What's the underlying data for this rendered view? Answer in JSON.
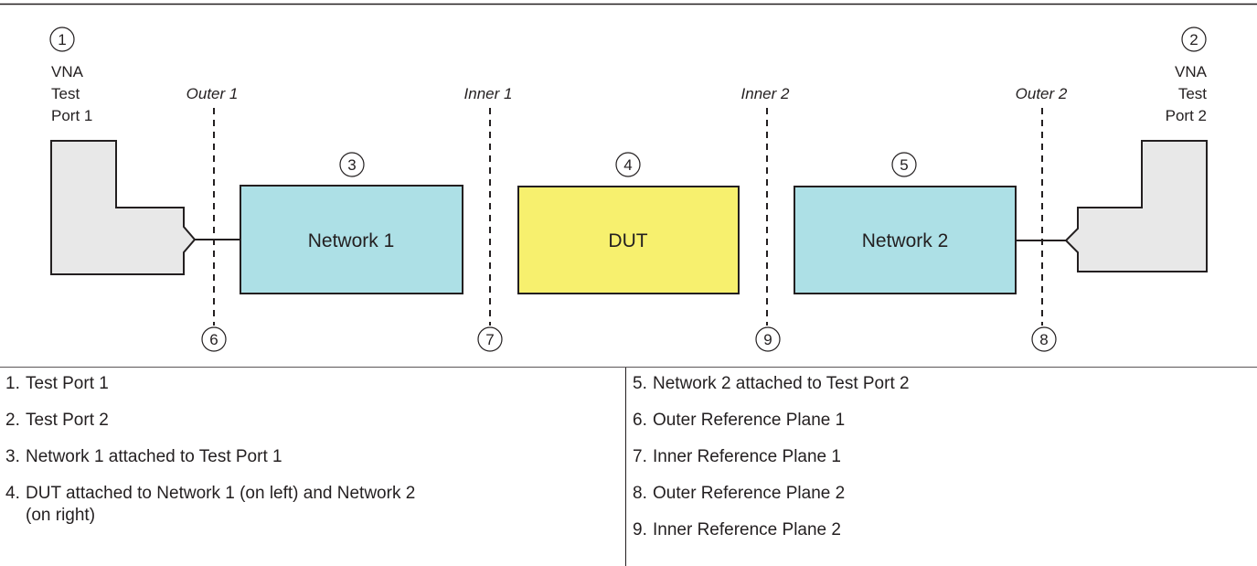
{
  "ports": [
    {
      "marker": "1",
      "label_lines": [
        "VNA",
        "Test",
        "Port 1"
      ]
    },
    {
      "marker": "2",
      "label_lines": [
        "VNA",
        "Test",
        "Port 2"
      ]
    }
  ],
  "reference_planes": [
    {
      "label": "Outer 1",
      "marker": "6"
    },
    {
      "label": "Inner 1",
      "marker": "7"
    },
    {
      "label": "Inner 2",
      "marker": "9"
    },
    {
      "label": "Outer 2",
      "marker": "8"
    }
  ],
  "blocks": [
    {
      "marker": "3",
      "label": "Network 1",
      "color": "#ade0e6"
    },
    {
      "marker": "4",
      "label": "DUT",
      "color": "#f7f06e"
    },
    {
      "marker": "5",
      "label": "Network 2",
      "color": "#ade0e6"
    }
  ],
  "legend": {
    "left": [
      {
        "num": "1.",
        "text": "Test Port 1"
      },
      {
        "num": "2.",
        "text": "Test Port 2"
      },
      {
        "num": "3.",
        "text": "Network 1 attached to Test Port 1"
      },
      {
        "num": "4.",
        "text": "DUT attached to Network 1 (on left) and Network 2",
        "text2": "(on right)"
      }
    ],
    "right": [
      {
        "num": "5.",
        "text": "Network 2 attached to Test Port 2"
      },
      {
        "num": "6.",
        "text": "Outer Reference Plane 1"
      },
      {
        "num": "7.",
        "text": "Inner Reference Plane 1"
      },
      {
        "num": "8.",
        "text": "Outer Reference Plane 2"
      },
      {
        "num": "9.",
        "text": "Inner Reference Plane 2"
      }
    ]
  },
  "colors": {
    "port_fill": "#e8e8e8",
    "line": "#231f20"
  }
}
